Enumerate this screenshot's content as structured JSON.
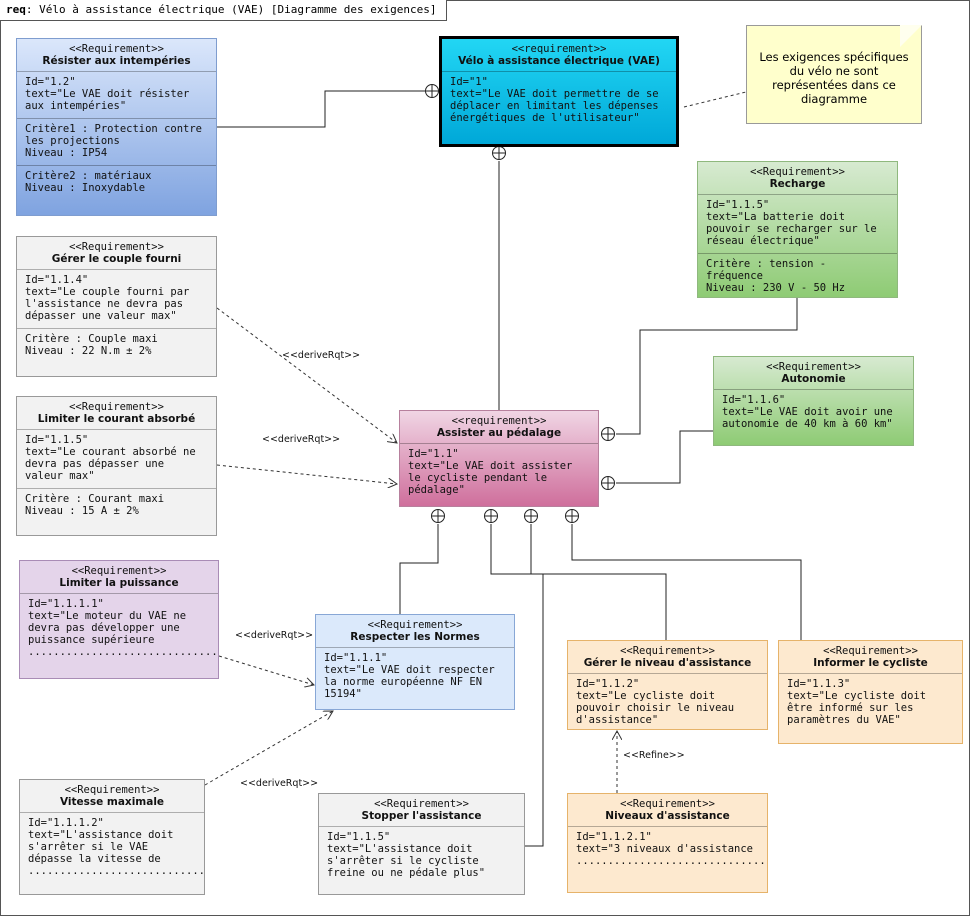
{
  "frame": {
    "kind": "req",
    "title": "Vélo à assistance électrique (VAE) [Diagramme des exigences]"
  },
  "note": {
    "text": "Les exigences spécifiques du vélo ne sont représentées dans ce diagramme"
  },
  "requirements": {
    "r1_2": {
      "stereo": "<<Requirement>>",
      "name": "Résister aux intempéries",
      "id": "Id=\"1.2\"",
      "text": "text=\"Le VAE doit résister aux intempéries\"",
      "extra1": "Critère1 : Protection contre les projections\nNiveau : IP54",
      "extra2": "Critère2 : matériaux\nNiveau : Inoxydable"
    },
    "r1": {
      "stereo": "<<requirement>>",
      "name": "Vélo à assistance électrique (VAE)",
      "id": "Id=\"1\"",
      "text": "text=\"Le VAE doit permettre de se déplacer en limitant les dépenses énergétiques de l'utilisateur\""
    },
    "r1_1_5r": {
      "stereo": "<<Requirement>>",
      "name": "Recharge",
      "id": "Id=\"1.1.5\"",
      "text": "text=\"La batterie doit pouvoir se recharger sur le réseau électrique\"",
      "extra1": "Critère : tension - fréquence\nNiveau : 230 V - 50 Hz"
    },
    "r1_1_4": {
      "stereo": "<<Requirement>>",
      "name": "Gérer le couple fourni",
      "id": "Id=\"1.1.4\"",
      "text": "text=\"Le couple fourni par l'assistance ne devra pas dépasser une valeur max\"",
      "extra1": "Critère : Couple maxi\nNiveau : 22 N.m ± 2%"
    },
    "r1_1_6": {
      "stereo": "<<Requirement>>",
      "name": "Autonomie",
      "id": "Id=\"1.1.6\"",
      "text": "text=\"Le VAE doit avoir une autonomie de 40 km à 60 km\""
    },
    "r1_1_5c": {
      "stereo": "<<Requirement>>",
      "name": "Limiter le courant absorbé",
      "id": "Id=\"1.1.5\"",
      "text": "text=\"Le courant absorbé ne devra pas dépasser une valeur max\"",
      "extra1": "Critère : Courant maxi\nNiveau : 15 A ± 2%"
    },
    "r1_1": {
      "stereo": "<<requirement>>",
      "name": "Assister au pédalage",
      "id": "Id=\"1.1\"",
      "text": "text=\"Le VAE doit assister le cycliste pendant le pédalage\""
    },
    "r1_1_1_1": {
      "stereo": "<<Requirement>>",
      "name": "Limiter la puissance",
      "id": "Id=\"1.1.1.1\"",
      "text": "text=\"Le moteur du VAE ne devra pas développer une puissance supérieure",
      "dots": "..............................."
    },
    "r1_1_1": {
      "stereo": "<<Requirement>>",
      "name": "Respecter les Normes",
      "id": "Id=\"1.1.1\"",
      "text": "text=\"Le VAE doit respecter la norme européenne NF EN 15194\""
    },
    "r1_1_2": {
      "stereo": "<<Requirement>>",
      "name": "Gérer le niveau d'assistance",
      "id": "Id=\"1.1.2\"",
      "text": "text=\"Le cycliste doit pouvoir choisir le niveau d'assistance\""
    },
    "r1_1_3": {
      "stereo": "<<Requirement>>",
      "name": "Informer le cycliste",
      "id": "Id=\"1.1.3\"",
      "text": "text=\"Le cycliste doit être informé sur les paramètres du VAE\""
    },
    "r1_1_1_2": {
      "stereo": "<<Requirement>>",
      "name": "Vitesse maximale",
      "id": "Id=\"1.1.1.2\"",
      "text": "text=\"L'assistance doit s'arrêter si le VAE dépasse la vitesse de",
      "dots": "..............................."
    },
    "r1_1_5s": {
      "stereo": "<<Requirement>>",
      "name": "Stopper l'assistance",
      "id": "Id=\"1.1.5\"",
      "text": "text=\"L'assistance doit s'arrêter si le cycliste freine ou ne pédale plus\""
    },
    "r1_1_2_1": {
      "stereo": "<<Requirement>>",
      "name": "Niveaux d'assistance",
      "id": "Id=\"1.1.2.1\"",
      "text": "text=\"3 niveaux d'assistance",
      "dots": "..............................................."
    }
  },
  "links": {
    "derive1": "<<deriveRqt>>",
    "derive2": "<<deriveRqt>>",
    "derive3": "<<deriveRqt>>",
    "derive4": "<<deriveRqt>>",
    "refine": "<<Refine>>"
  }
}
